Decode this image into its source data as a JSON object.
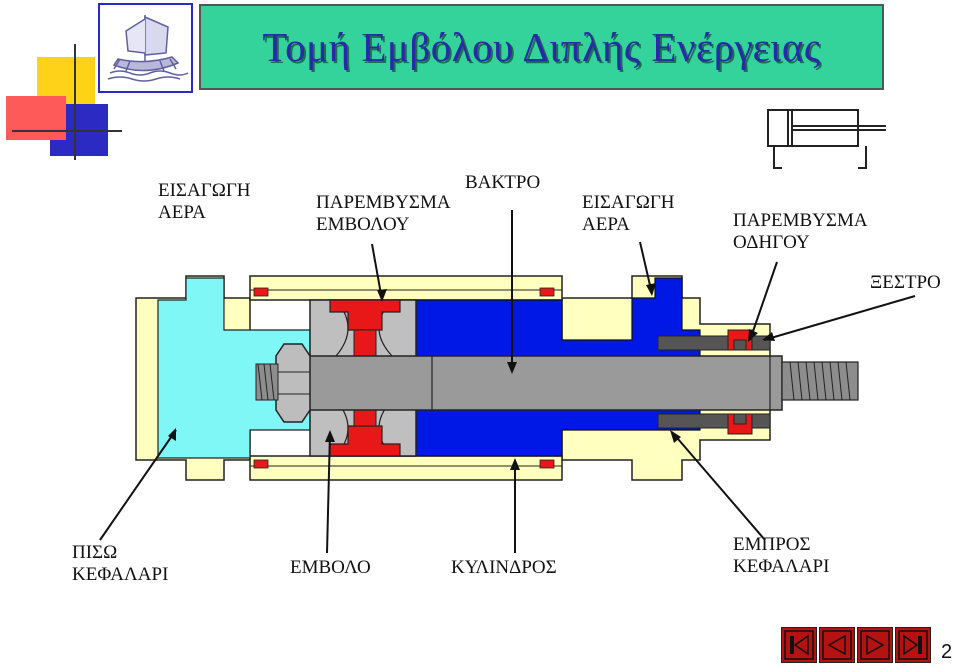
{
  "title": "Τομή Εμβόλου Διπλής Ενέργειας",
  "labels": {
    "air_inlet_left": [
      "ΕΙΣΑΓΩΓΗ",
      "ΑΕΡΑ"
    ],
    "piston_seal": [
      "ΠΑΡΕΜΒΥΣΜΑ",
      "ΕΜΒΟΛΟΥ"
    ],
    "rod": "ΒΑΚΤΡΟ",
    "air_inlet_right": [
      "ΕΙΣΑΓΩΓΗ",
      "ΑΕΡΑ"
    ],
    "guide_seal": [
      "ΠΑΡΕΜΒΥΣΜΑ",
      "ΟΔΗΓΟΥ"
    ],
    "scraper": "ΞΕΣΤΡΟ",
    "rear_head": [
      "ΠΙΣΩ",
      "ΚΕΦΑΛΑΡΙ"
    ],
    "piston": "ΕΜΒΟΛΟ",
    "cylinder": "ΚΥΛΙΝΔΡΟΣ",
    "front_head": [
      "ΕΜΠΡΟΣ",
      "ΚΕΦΑΛΑΡΙ"
    ]
  },
  "page_number": "2",
  "nav": [
    "first-slide",
    "previous-slide",
    "next-slide",
    "last-slide"
  ],
  "colors": {
    "title_bg": "#33d39b",
    "title_text": "#2a2aa8",
    "head_body": "#ffffc0",
    "rear_chamber_air": "#7ff7f7",
    "front_chamber_air": "#0018e6",
    "seal_red": "#e81818",
    "rod_gray": "#9a9a9a",
    "nav_red": "#b51212"
  }
}
